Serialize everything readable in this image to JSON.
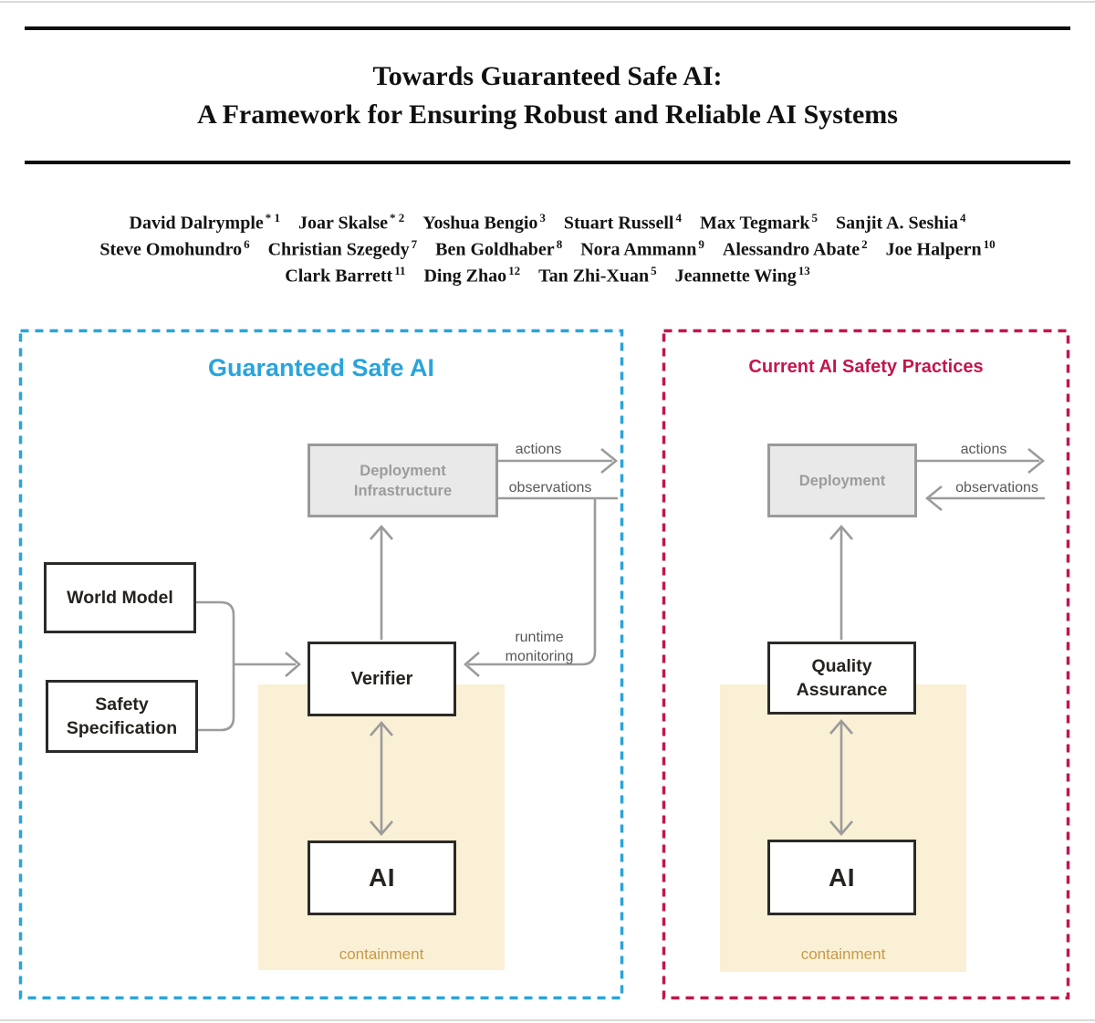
{
  "header": {
    "title_line1": "Towards Guaranteed Safe AI:",
    "title_line2": "A Framework for Ensuring Robust and Reliable AI Systems",
    "author_lines": [
      [
        {
          "name": "David Dalrymple",
          "sup": "* 1"
        },
        {
          "name": "Joar Skalse",
          "sup": "* 2"
        },
        {
          "name": "Yoshua Bengio",
          "sup": "3"
        },
        {
          "name": "Stuart Russell",
          "sup": "4"
        },
        {
          "name": "Max Tegmark",
          "sup": "5"
        },
        {
          "name": "Sanjit A. Seshia",
          "sup": "4"
        }
      ],
      [
        {
          "name": "Steve Omohundro",
          "sup": "6"
        },
        {
          "name": "Christian Szegedy",
          "sup": "7"
        },
        {
          "name": "Ben Goldhaber",
          "sup": "8"
        },
        {
          "name": "Nora Ammann",
          "sup": "9"
        },
        {
          "name": "Alessandro Abate",
          "sup": "2"
        },
        {
          "name": "Joe Halpern",
          "sup": "10"
        }
      ],
      [
        {
          "name": "Clark Barrett",
          "sup": "11"
        },
        {
          "name": "Ding Zhao",
          "sup": "12"
        },
        {
          "name": "Tan Zhi-Xuan",
          "sup": "5"
        },
        {
          "name": "Jeannette Wing",
          "sup": "13"
        }
      ]
    ]
  },
  "left_panel": {
    "title": "Guaranteed Safe AI",
    "boxes": {
      "deployment": "Deployment Infrastructure",
      "world_model": "World Model",
      "safety_specification": "Safety Specification",
      "verifier": "Verifier",
      "ai": "AI"
    },
    "labels": {
      "actions": "actions",
      "observations": "observations",
      "runtime_monitoring": "runtime monitoring",
      "containment": "containment"
    }
  },
  "right_panel": {
    "title": "Current AI Safety Practices",
    "boxes": {
      "deployment": "Deployment",
      "quality_assurance": "Quality Assurance",
      "ai": "AI"
    },
    "labels": {
      "actions": "actions",
      "observations": "observations",
      "containment": "containment"
    }
  },
  "colors": {
    "accent_left": "#29a4db",
    "accent_right": "#c2164e",
    "arrow_gray": "#9b9b9b",
    "gray_box_fill": "#e9e9e9",
    "gray_box_border": "#9a9a9a",
    "gray_box_text": "#9c9c9c",
    "dark_box_border": "#2b2a28",
    "containment_fill": "#faf0d5",
    "containment_text": "#c79a4b",
    "flow_label_text": "#58585a"
  }
}
